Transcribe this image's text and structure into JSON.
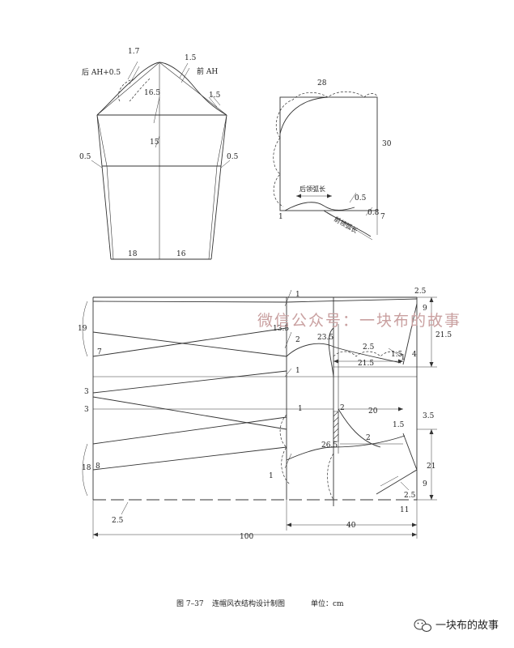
{
  "sleeve": {
    "labels": {
      "cap_ease": "1.7",
      "back_ah": "后 AH+0.5",
      "front_ah": "前 AH",
      "front_offset": "1.5",
      "cap_height": "16.5",
      "side_right": "1.5",
      "elbow": "15",
      "left_offset": "0.5",
      "right_offset": "0.5",
      "hem_back": "18",
      "hem_front": "16"
    }
  },
  "hood": {
    "labels": {
      "width": "28",
      "height": "30",
      "back_neck": "后领弧长",
      "front_neck": "前领弧长",
      "offset_a": "0.5",
      "offset_b": "0.8",
      "seven": "7",
      "one": "1"
    }
  },
  "main": {
    "labels": {
      "top_one": "1",
      "twenty_five_top": "2.5",
      "nine_top": "9",
      "twenty_one_five": "21.5",
      "left_nineteen": "19",
      "thirteen_five": "13.5",
      "two_a": "2",
      "twenty_three_five": "23.5",
      "seven": "7",
      "two_five_mid": "2.5",
      "one_right": "1",
      "one_five_a": "1.5",
      "four": "4",
      "twenty_one_five_b": "21.5",
      "one_mid": "1",
      "three_a": "3",
      "three_b": "3",
      "one_lower": "1",
      "two_b": "2",
      "twenty": "20",
      "one_five_b": "1.5",
      "three_five": "3.5",
      "twenty_six_five": "26.5",
      "two_c": "2",
      "eighteen": "18",
      "eight": "8",
      "twenty_one": "21",
      "one_bottom": "1",
      "nine_bottom": "9",
      "two_five_bottom": "2.5",
      "eleven": "11",
      "two_five_left": "2.5",
      "forty": "40",
      "hundred": "100"
    }
  },
  "watermark": "微信公众号：一块布的故事",
  "caption": {
    "figure": "图 7–37",
    "title": "连帽风衣结构设计制图",
    "unit": "单位：cm"
  },
  "brand": "一块布的故事"
}
